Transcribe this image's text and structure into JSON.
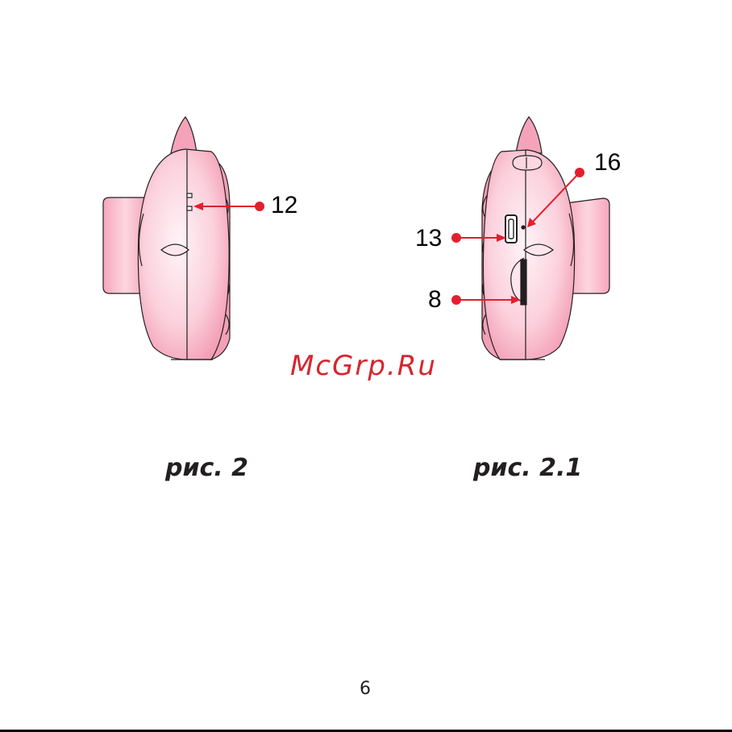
{
  "figures": [
    {
      "caption": "рис. 2",
      "callouts": [
        "12"
      ]
    },
    {
      "caption": "рис. 2.1",
      "callouts": [
        "16",
        "13",
        "8"
      ]
    }
  ],
  "watermark": "McGrp.Ru",
  "page_number": "6",
  "colors": {
    "body_pink": "#f7b3c6",
    "body_highlight": "#fff4f8",
    "outline": "#231f20",
    "callout_red": "#e21f2f",
    "watermark_red": "#d6262f"
  }
}
